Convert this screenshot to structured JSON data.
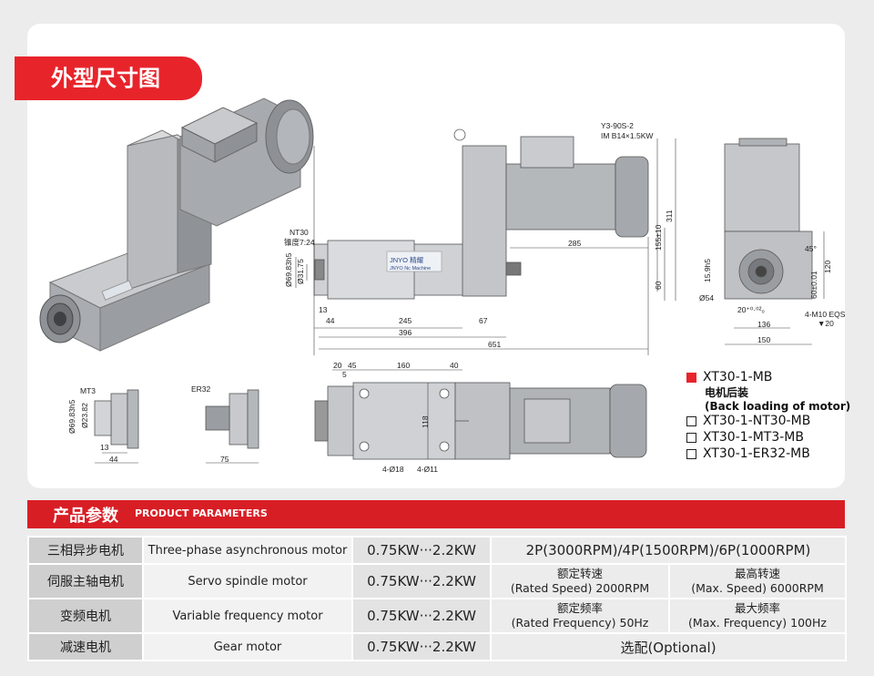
{
  "section_title": "外型尺寸图",
  "drawing_labels": {
    "motor_tag": "Y3-90S-2",
    "motor_tag2": "IM B14×1.5KW",
    "nt30": "NT30",
    "taper": "锥度7:24",
    "brand": "JNYO 精耀",
    "brand_sub": "JNYO Nc Machine",
    "d_69_83": "Ø69.83h5",
    "d_31_75": "Ø31.75",
    "dim_13": "13",
    "dim_44": "44",
    "dim_245": "245",
    "dim_67": "67",
    "dim_396": "396",
    "dim_651": "651",
    "dim_285": "285",
    "dim_311": "311",
    "dim_155": "155±10",
    "dim_60": "60",
    "dim_45deg": "45°",
    "dim_120": "120",
    "dim_15_9": "15.9h5",
    "dim_60_01": "60±0.01",
    "dim_54": "Ø54",
    "dim_20": "20⁺⁰·⁰²₀",
    "dim_136": "136",
    "dim_150": "150",
    "thread": "4-M10 EQS",
    "thread_depth": "▼20",
    "mt3": "MT3",
    "mt3_d1": "Ø69.83h5",
    "mt3_d2": "Ø23.82",
    "mt3_13": "13",
    "mt3_44": "44",
    "er32": "ER32",
    "er32_75": "75",
    "top_20": "20",
    "top_45": "45",
    "top_160": "160",
    "top_40": "40",
    "top_5": "5",
    "top_118": "118",
    "top_hole1": "4-Ø18",
    "top_hole2": "4-Ø11"
  },
  "legend": {
    "item1": "XT30-1-MB",
    "item1_sub1": "电机后装",
    "item1_sub2": "(Back loading of motor)",
    "item2": "XT30-1-NT30-MB",
    "item3": "XT30-1-MT3-MB",
    "item4": "XT30-1-ER32-MB"
  },
  "params": {
    "title_cn": "产品参数",
    "title_en": "PRODUCT PARAMETERS",
    "rows": [
      {
        "cn": "三相异步电机",
        "en": "Three-phase asynchronous motor",
        "power": "0.75KW···2.2KW",
        "spec": "2P(3000RPM)/4P(1500RPM)/6P(1000RPM)"
      },
      {
        "cn": "伺服主轴电机",
        "en": "Servo spindle motor",
        "power": "0.75KW···2.2KW",
        "a1": "额定转速",
        "a2": "(Rated Speed) 2000RPM",
        "b1": "最高转速",
        "b2": "(Max. Speed) 6000RPM"
      },
      {
        "cn": "变频电机",
        "en": "Variable frequency motor",
        "power": "0.75KW···2.2KW",
        "a1": "额定频率",
        "a2": "(Rated Frequency) 50Hz",
        "b1": "最大频率",
        "b2": "(Max. Frequency) 100Hz"
      },
      {
        "cn": "减速电机",
        "en": "Gear motor",
        "power": "0.75KW···2.2KW",
        "spec": "选配(Optional)"
      }
    ]
  }
}
